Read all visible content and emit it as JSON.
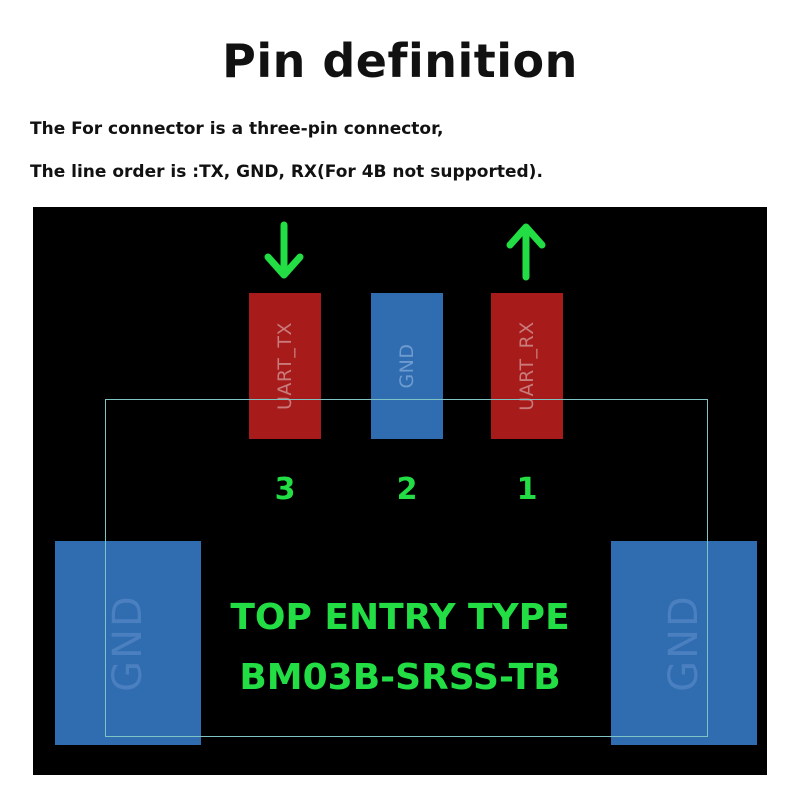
{
  "title": "Pin definition",
  "description": {
    "line1": "The For connector is a three-pin connector,",
    "line2": "The line order is :TX, GND, RX(For 4B not supported)."
  },
  "colors": {
    "board": "#000000",
    "uart_pad": "#a81b1b",
    "gnd_pad": "#2f6cb0",
    "label_green": "#22dd44",
    "outline": "#7fc4c4"
  },
  "pins": [
    {
      "label": "UART_TX",
      "number": "3",
      "arrow": "down-arrow-icon"
    },
    {
      "label": "GND",
      "number": "2",
      "arrow": ""
    },
    {
      "label": "UART_RX",
      "number": "1",
      "arrow": "up-arrow-icon"
    }
  ],
  "side_pads": {
    "left": "GND",
    "right": "GND"
  },
  "connector": {
    "type_line": "TOP ENTRY TYPE",
    "part_number": "BM03B-SRSS-TB"
  }
}
